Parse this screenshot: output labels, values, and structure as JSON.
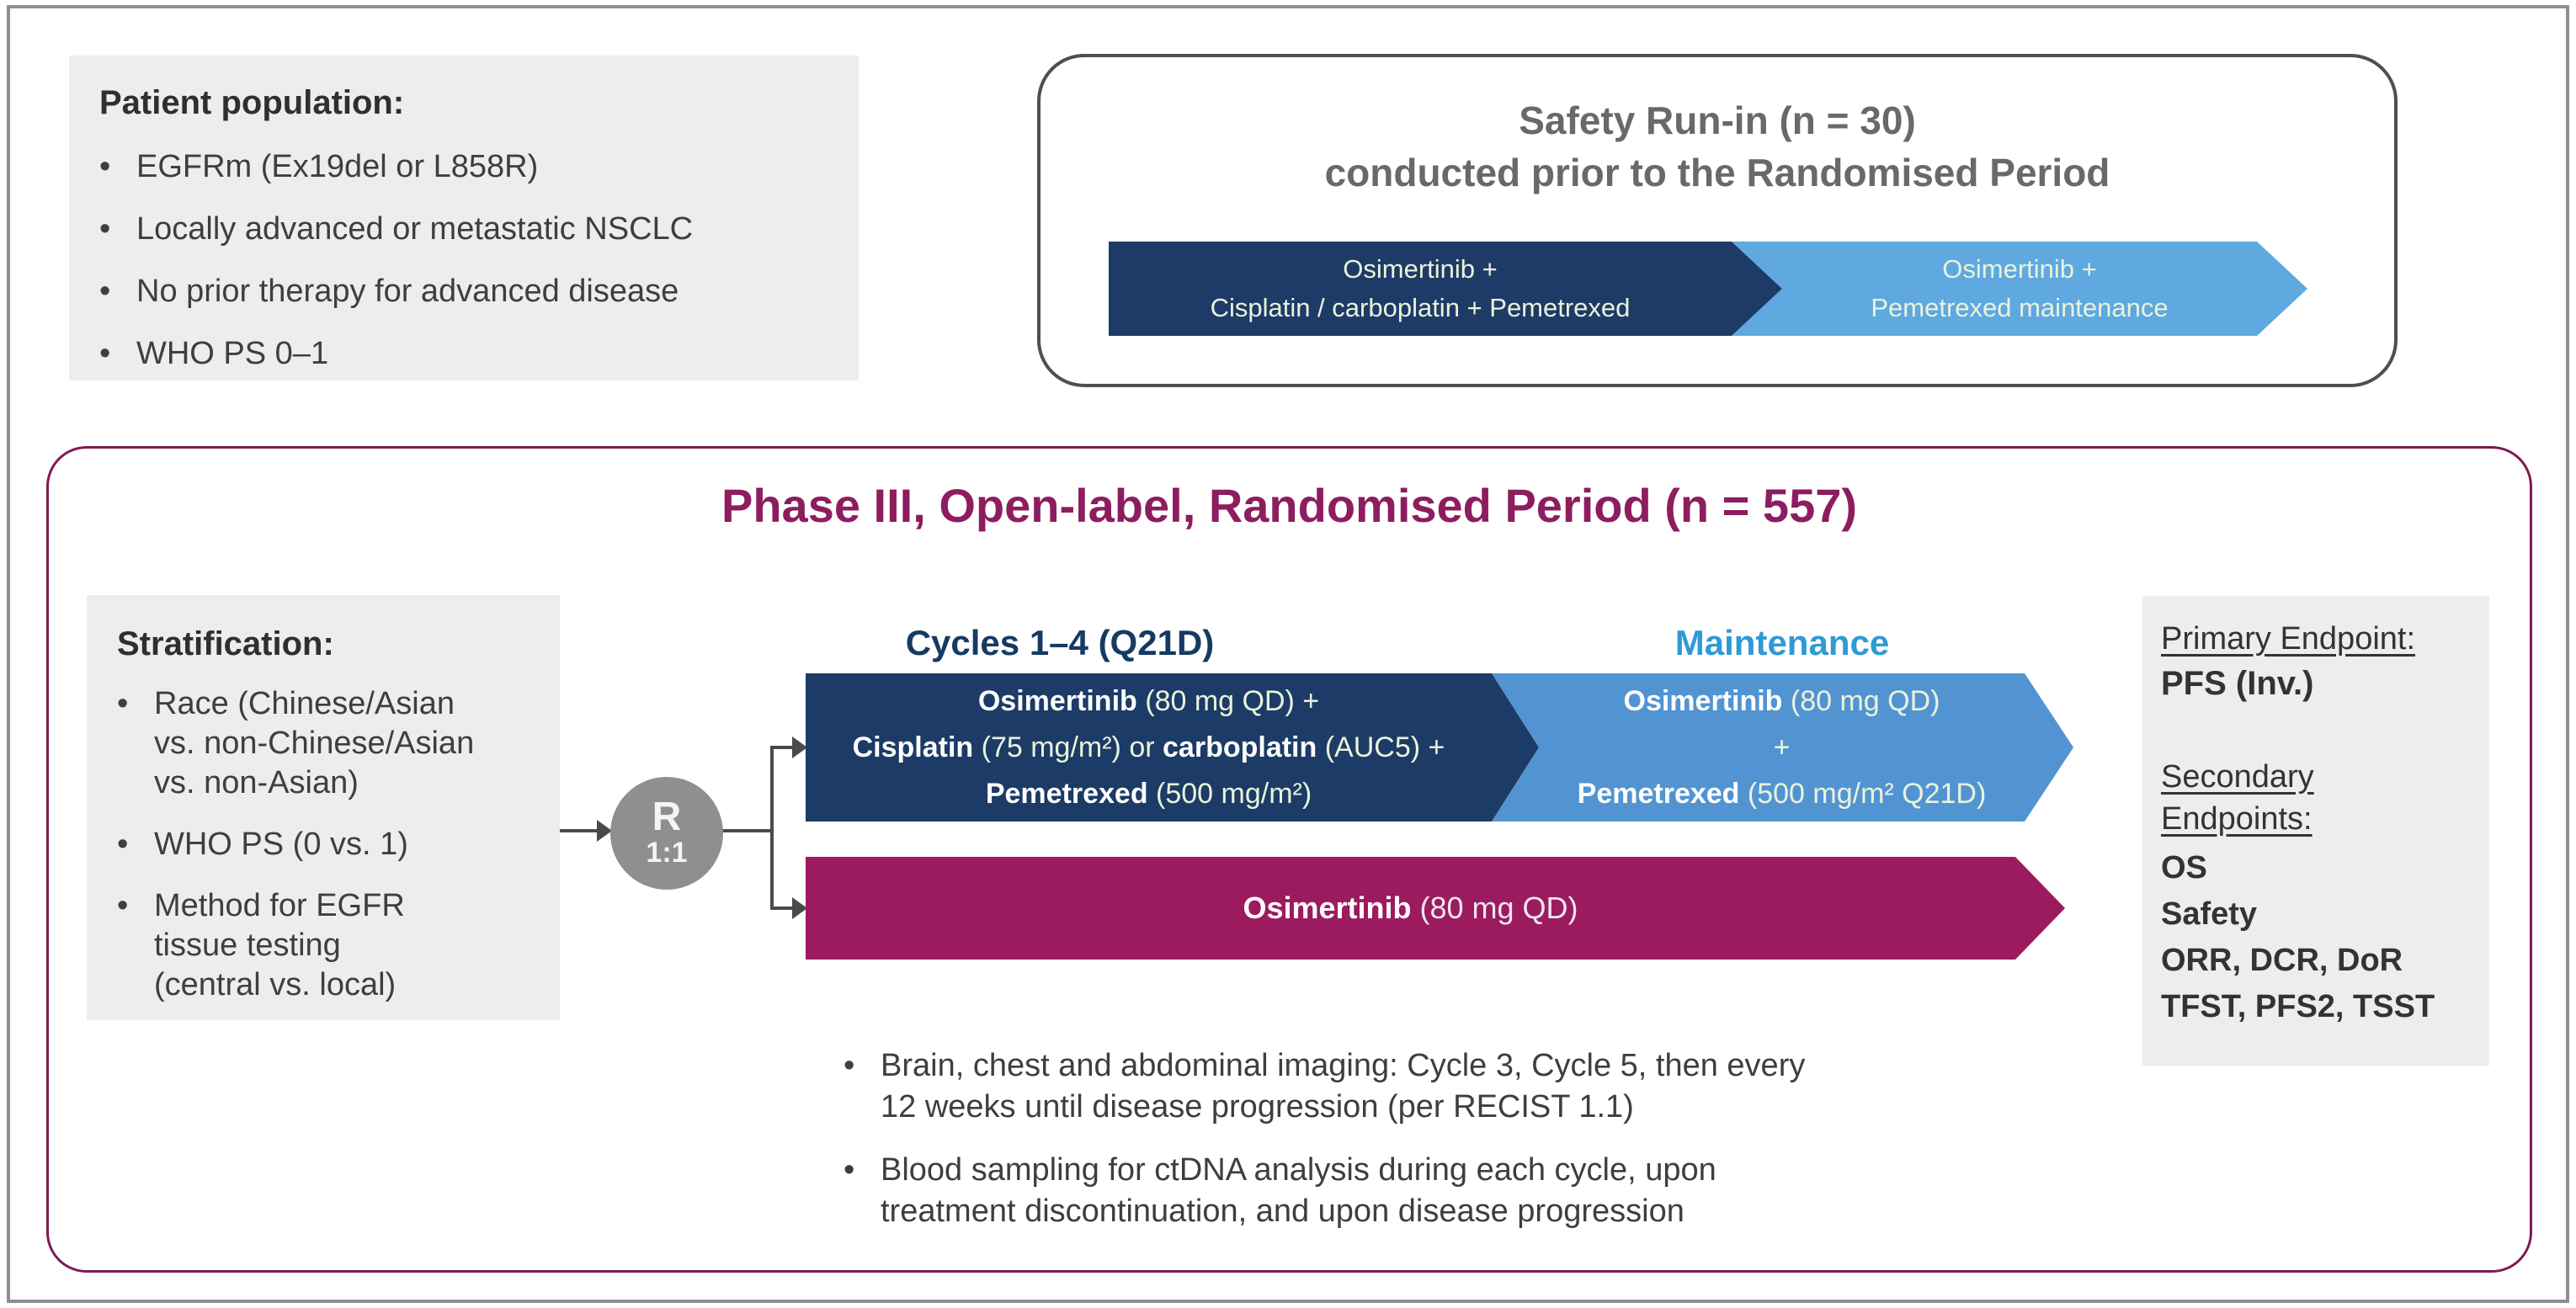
{
  "patient_population": {
    "title": "Patient population:",
    "items": [
      "EGFRm (Ex19del or L858R)",
      "Locally advanced or metastatic NSCLC",
      "No prior therapy for advanced disease",
      "WHO PS 0–1"
    ]
  },
  "safety_run_in": {
    "title_line1": "Safety Run-in (n = 30)",
    "title_line2": "conducted prior to the Randomised Period",
    "induction_lines": [
      [
        {
          "t": "Osimertinib +"
        }
      ],
      [
        {
          "t": "Cisplatin / carboplatin + Pemetrexed"
        }
      ]
    ],
    "maintenance_lines": [
      [
        {
          "t": "Osimertinib +"
        }
      ],
      [
        {
          "t": "Pemetrexed maintenance"
        }
      ]
    ]
  },
  "randomised_period": {
    "title": "Phase III, Open-label, Randomised Period (n = 557)",
    "stratification": {
      "title": "Stratification:",
      "items": [
        "Race (Chinese/Asian\nvs. non-Chinese/Asian\nvs. non-Asian)",
        "WHO PS (0 vs. 1)",
        "Method for EGFR\ntissue testing\n(central vs. local)"
      ]
    },
    "randomisation": {
      "letter": "R",
      "ratio": "1:1"
    },
    "arm_headers": {
      "cycles": "Cycles 1–4 (Q21D)",
      "maintenance": "Maintenance"
    },
    "arm1": {
      "induction_lines": [
        [
          {
            "t": "Osimertinib",
            "b": true
          },
          {
            "t": " (80 mg QD) +"
          }
        ],
        [
          {
            "t": "Cisplatin",
            "b": true
          },
          {
            "t": " (75 mg/m²) or "
          },
          {
            "t": "carboplatin",
            "b": true
          },
          {
            "t": " (AUC5) +"
          }
        ],
        [
          {
            "t": "Pemetrexed",
            "b": true
          },
          {
            "t": " (500 mg/m²)"
          }
        ]
      ],
      "maintenance_lines": [
        [
          {
            "t": "Osimertinib",
            "b": true
          },
          {
            "t": " (80 mg QD)"
          }
        ],
        [
          {
            "t": "+"
          }
        ],
        [
          {
            "t": "Pemetrexed",
            "b": true
          },
          {
            "t": " (500 mg/m² Q21D)"
          }
        ]
      ]
    },
    "arm2": {
      "lines": [
        [
          {
            "t": "Osimertinib",
            "b": true
          },
          {
            "t": " (80 mg QD)"
          }
        ]
      ]
    },
    "notes": [
      "Brain, chest and abdominal imaging: Cycle 3, Cycle 5, then every\n12 weeks until disease progression (per RECIST 1.1)",
      "Blood sampling for ctDNA analysis during each cycle, upon\ntreatment discontinuation, and upon disease progression"
    ],
    "endpoints": {
      "primary_label": "Primary Endpoint:",
      "primary_value": "PFS (Inv.)",
      "secondary_label": "Secondary\nEndpoints:",
      "secondary_values": [
        "OS",
        "Safety",
        "ORR, DCR, DoR",
        "TFST, PFS2, TSST"
      ]
    }
  },
  "colors": {
    "dark_navy": "#1c3b66",
    "light_blue": "#5294d2",
    "safety_light_blue": "#5fa8e0",
    "magenta": "#9c1b5e",
    "magenta_border": "#7e1a52",
    "panel_gray": "#ededed",
    "circle_gray": "#8f8f8f",
    "frame_gray": "#8f8f8f"
  }
}
